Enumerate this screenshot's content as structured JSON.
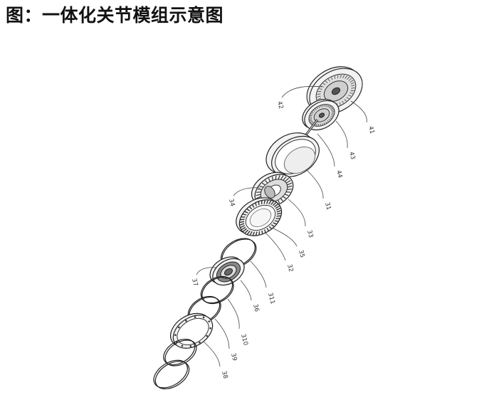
{
  "title": "图：一体化关节模组示意图",
  "diagram": {
    "type": "exploded-view",
    "components": [
      {
        "label": "41",
        "kind": "motor-end"
      },
      {
        "label": "42",
        "kind": "stator"
      },
      {
        "label": "43",
        "kind": "rotor-disc"
      },
      {
        "label": "44",
        "kind": "shaft"
      },
      {
        "label": "31",
        "kind": "housing"
      },
      {
        "label": "34",
        "kind": "gear"
      },
      {
        "label": "33",
        "kind": "gear-ring"
      },
      {
        "label": "35",
        "kind": "bearing"
      },
      {
        "label": "32",
        "kind": "ring-gear"
      },
      {
        "label": "311",
        "kind": "thin-ring"
      },
      {
        "label": "37",
        "kind": "small-part"
      },
      {
        "label": "36",
        "kind": "flexspline"
      },
      {
        "label": "310",
        "kind": "thin-ring"
      },
      {
        "label": "39",
        "kind": "thin-ring"
      },
      {
        "label": "38",
        "kind": "output-flange"
      },
      {
        "label": "",
        "kind": "end-ring"
      }
    ]
  }
}
